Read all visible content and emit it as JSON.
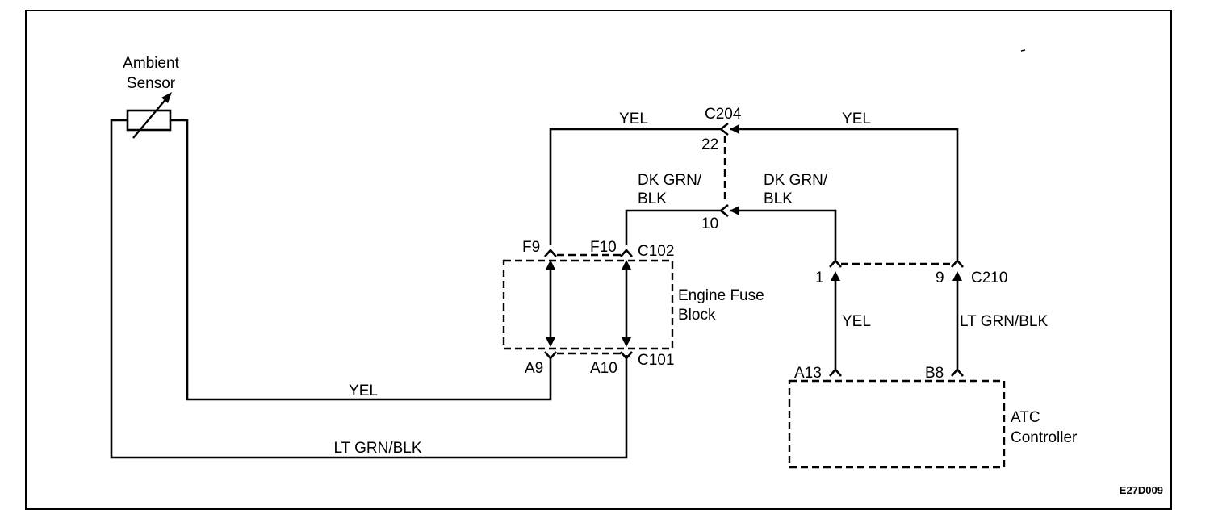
{
  "sensor": {
    "line1": "Ambient",
    "line2": "Sensor"
  },
  "wires": {
    "yel_top_left": "YEL",
    "yel_top_right": "YEL",
    "dkgrn_left_1": "DK GRN/",
    "dkgrn_left_2": "BLK",
    "dkgrn_right_1": "DK GRN/",
    "dkgrn_right_2": "BLK",
    "yel_bottom": "YEL",
    "ltgrn_bottom": "LT GRN/BLK",
    "yel_vertical": "YEL",
    "ltgrn_vertical": "LT GRN/BLK"
  },
  "connectors": {
    "c204": "C204",
    "pin22": "22",
    "pin10": "10",
    "f9": "F9",
    "f10": "F10",
    "c102": "C102",
    "a9": "A9",
    "a10": "A10",
    "c101": "C101",
    "pin1": "1",
    "pin9": "9",
    "c210": "C210",
    "a13": "A13",
    "b8": "B8"
  },
  "fuse_block": {
    "line1": "Engine Fuse",
    "line2": "Block"
  },
  "controller": {
    "line1": "ATC",
    "line2": "Controller"
  },
  "figure_code": "E27D009"
}
